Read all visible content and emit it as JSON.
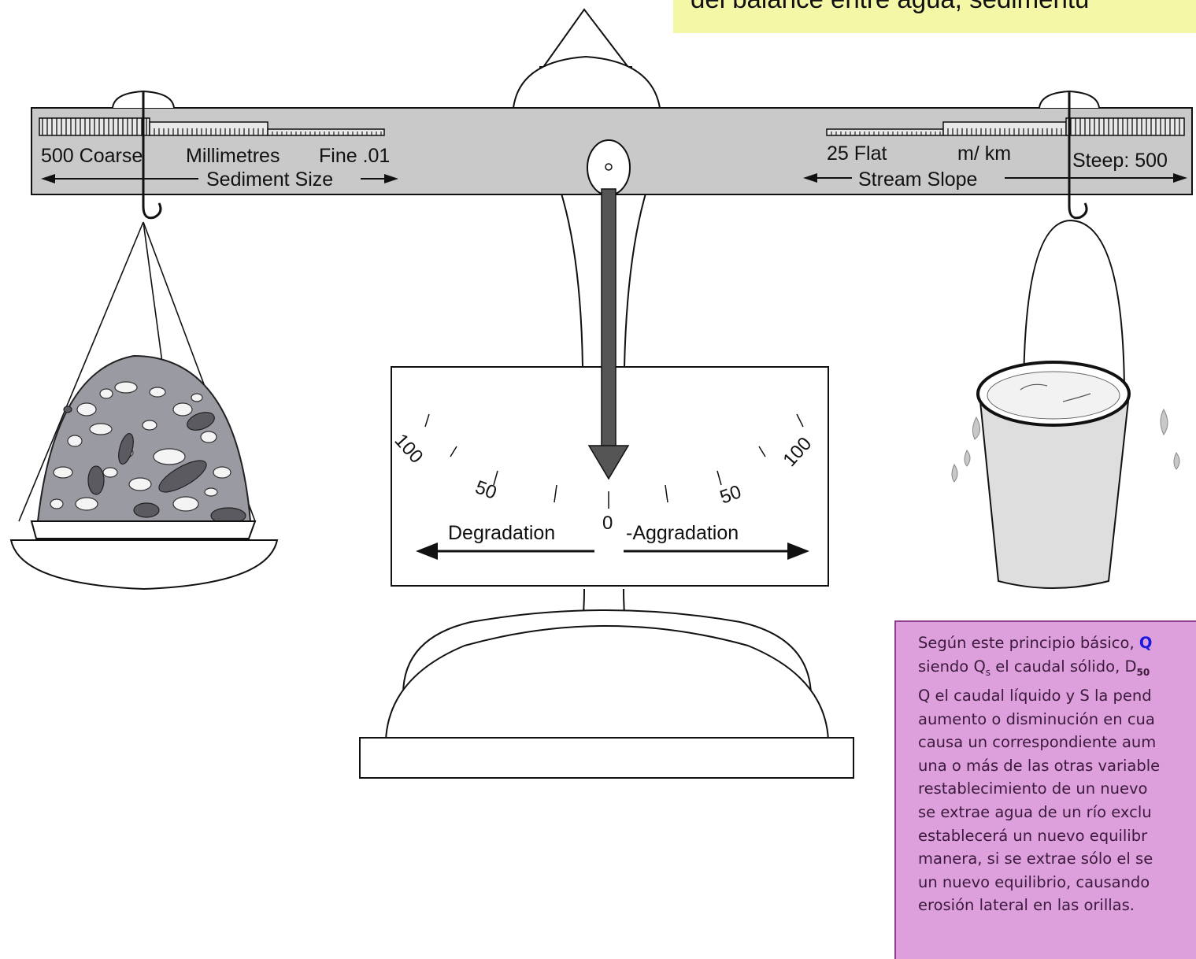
{
  "title": "del balance entre agua, sedimentu",
  "beam": {
    "left_scale": "500 Coarse",
    "left_units": "Millimetres",
    "left_fine": "Fine .01",
    "left_caption": "Sediment Size",
    "right_flat": "25 Flat",
    "right_units": "m/ km",
    "right_steep": "Steep: 500",
    "right_caption": "Stream Slope"
  },
  "gauge": {
    "left_100": "100",
    "left_50": "50",
    "zero": "0",
    "right_50": "50",
    "right_100": "100",
    "left_label": "Degradation",
    "right_label": "-Aggradation"
  },
  "note": {
    "line1_a": "Según este principio básico, ",
    "line1_b": "Q",
    "line2_a": "siendo Q",
    "line2_sub_s": "s",
    "line2_b": " el caudal sólido, D",
    "line2_sub_50": "50",
    "line3": "Q el caudal líquido y S la pend",
    "line4": "aumento o disminución en cua",
    "line5": "causa un correspondiente aum",
    "line6": "una o más de las otras variable",
    "line7": "restablecimiento de un nuevo",
    "line8": "se extrae agua de un río exclu",
    "line9": "establecerá un nuevo equilibr",
    "line10": "manera, si se extrae sólo el se",
    "line11": "un nuevo equilibrio, causando",
    "line12": "erosión lateral en las orillas."
  },
  "colors": {
    "title_bg": "#f3f7a6",
    "note_bg": "#dda0dd",
    "beam": "#c9c9c9",
    "needle": "#555555",
    "sediment": "#9a9aa2",
    "note_highlight": "#1a1adf"
  }
}
